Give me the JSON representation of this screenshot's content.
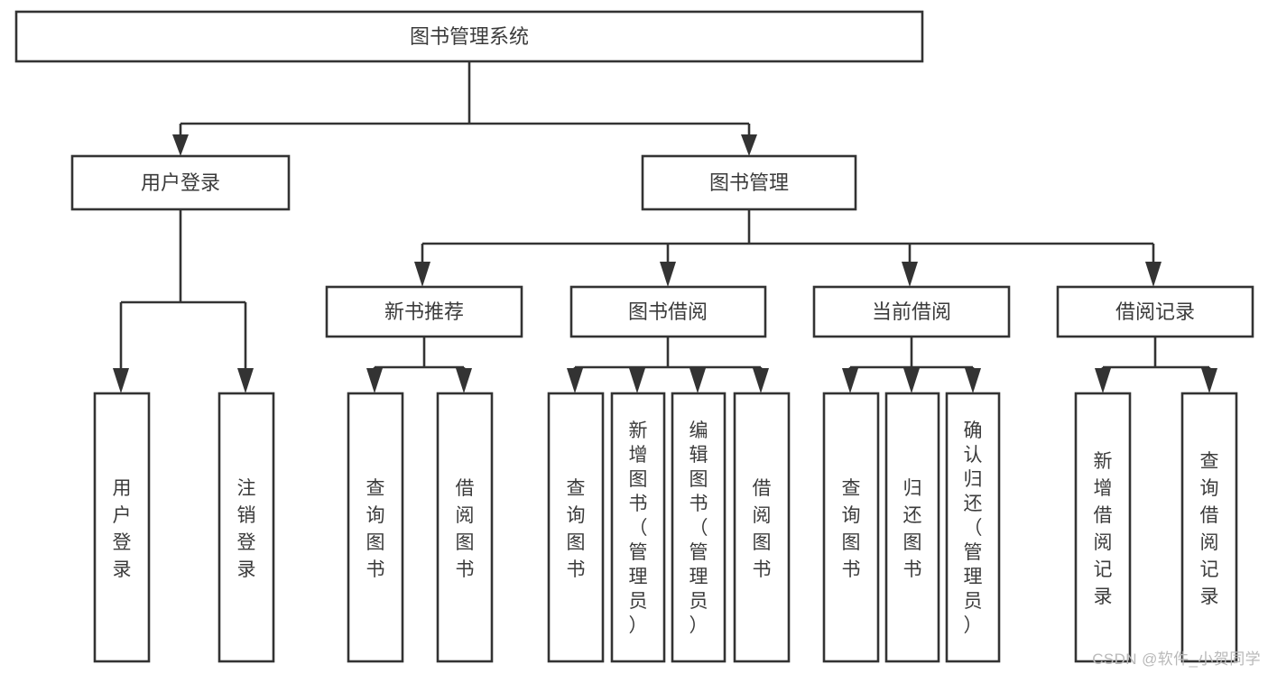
{
  "diagram": {
    "type": "tree-hierarchy",
    "orientation": "top-down",
    "title": "图书管理系统",
    "colors": {
      "box_fill": "#ffffff",
      "box_stroke": "#333333",
      "text": "#3b3b3b",
      "background": "#ffffff",
      "watermark": "#b9b9b9"
    },
    "root": {
      "label": "图书管理系统",
      "text_orientation": "horizontal"
    },
    "level1": [
      {
        "label": "用户登录",
        "text_orientation": "horizontal"
      },
      {
        "label": "图书管理",
        "text_orientation": "horizontal"
      }
    ],
    "level2": [
      {
        "label": "新书推荐",
        "text_orientation": "horizontal"
      },
      {
        "label": "图书借阅",
        "text_orientation": "horizontal"
      },
      {
        "label": "当前借阅",
        "text_orientation": "horizontal"
      },
      {
        "label": "借阅记录",
        "text_orientation": "horizontal"
      }
    ],
    "leaves": [
      {
        "label": "用户登录",
        "parent": "用户登录",
        "text_orientation": "vertical"
      },
      {
        "label": "注销登录",
        "parent": "用户登录",
        "text_orientation": "vertical"
      },
      {
        "label": "查询图书",
        "parent": "新书推荐",
        "text_orientation": "vertical"
      },
      {
        "label": "借阅图书",
        "parent": "新书推荐",
        "text_orientation": "vertical"
      },
      {
        "label": "查询图书",
        "parent": "图书借阅",
        "text_orientation": "vertical"
      },
      {
        "label": "新增图书（管理员）",
        "parent": "图书借阅",
        "text_orientation": "vertical"
      },
      {
        "label": "编辑图书（管理员）",
        "parent": "图书借阅",
        "text_orientation": "vertical"
      },
      {
        "label": "借阅图书",
        "parent": "图书借阅",
        "text_orientation": "vertical"
      },
      {
        "label": "查询图书",
        "parent": "当前借阅",
        "text_orientation": "vertical"
      },
      {
        "label": "归还图书",
        "parent": "当前借阅",
        "text_orientation": "vertical"
      },
      {
        "label": "确认归还（管理员）",
        "parent": "当前借阅",
        "text_orientation": "vertical"
      },
      {
        "label": "新增借阅记录",
        "parent": "借阅记录",
        "text_orientation": "vertical"
      },
      {
        "label": "查询借阅记录",
        "parent": "借阅记录",
        "text_orientation": "vertical"
      }
    ]
  },
  "watermark": {
    "text": "CSDN @软件_小贺同学"
  }
}
